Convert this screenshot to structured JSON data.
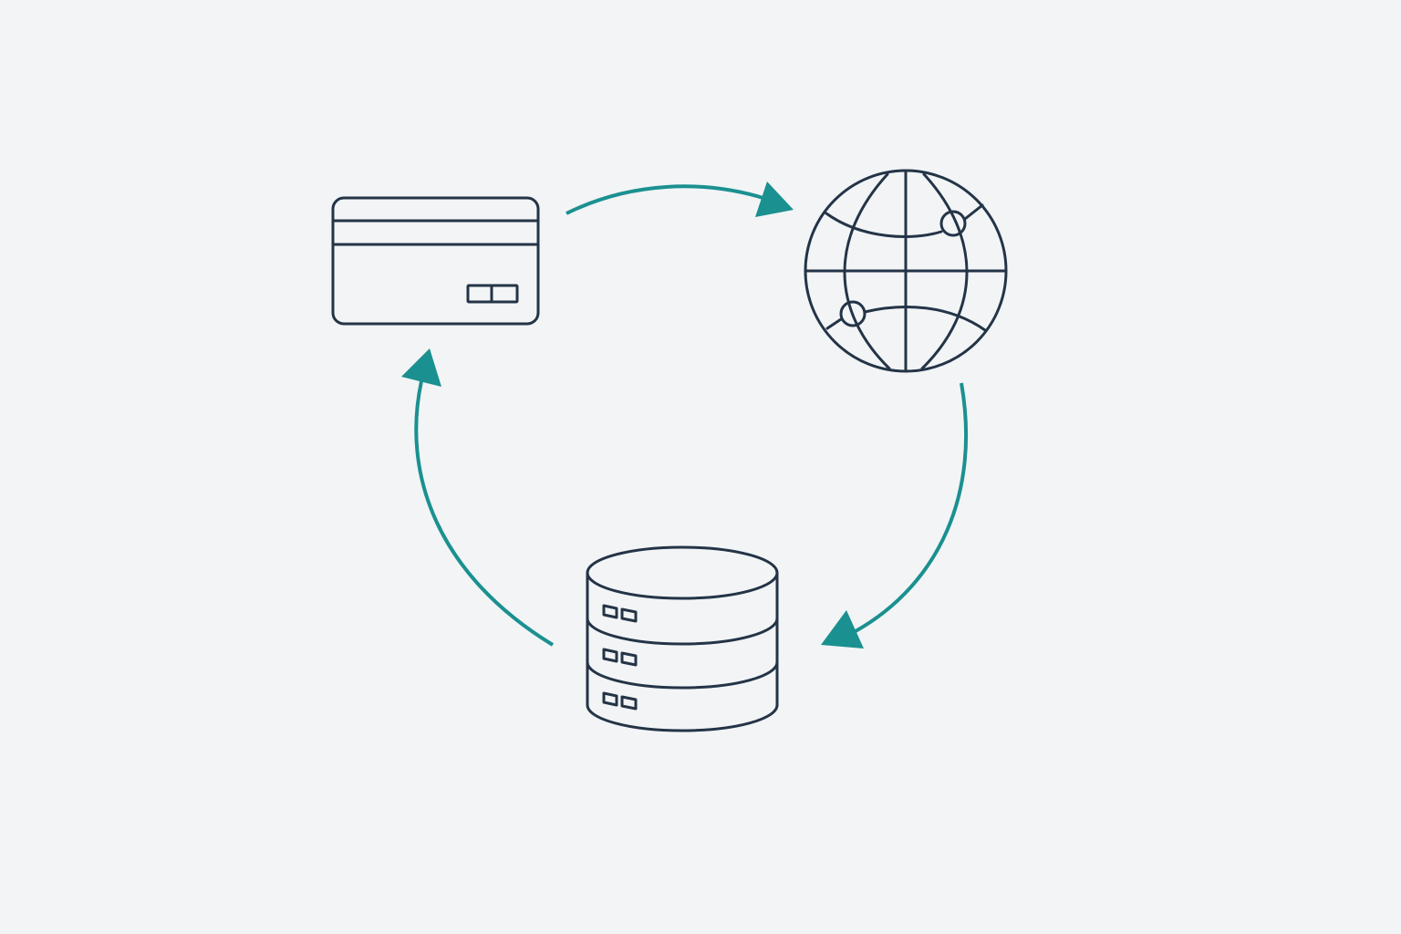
{
  "diagram": {
    "type": "cycle",
    "nodes": [
      {
        "id": "card",
        "icon": "credit-card-icon"
      },
      {
        "id": "globe",
        "icon": "globe-network-icon"
      },
      {
        "id": "database",
        "icon": "database-server-icon"
      }
    ],
    "edges": [
      {
        "from": "card",
        "to": "globe",
        "direction": "clockwise"
      },
      {
        "from": "globe",
        "to": "database",
        "direction": "clockwise"
      },
      {
        "from": "database",
        "to": "card",
        "direction": "clockwise"
      }
    ]
  },
  "colors": {
    "background": "#f2f4f6",
    "icon_stroke": "#243447",
    "icon_fill": "#f4f6f8",
    "arrow": "#1b9090"
  }
}
